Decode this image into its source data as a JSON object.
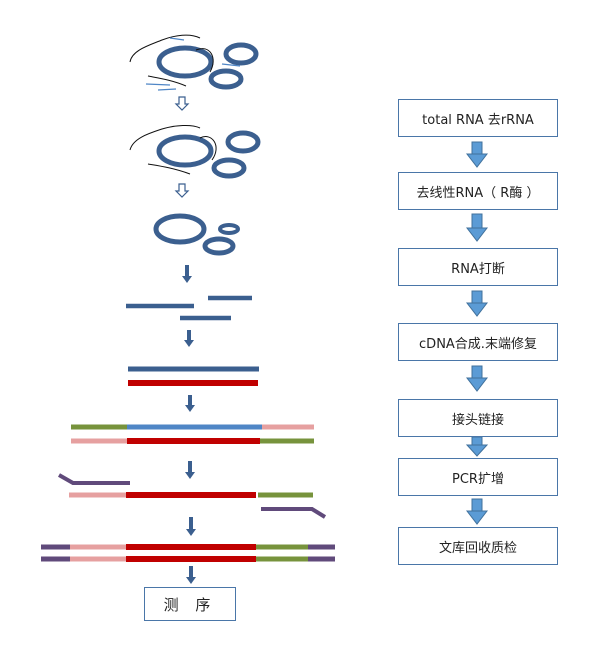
{
  "flow_steps": [
    "total RNA 去rRNA",
    "去线性RNA（ R酶 ）",
    "RNA打断",
    "cDNA合成.末端修复",
    "接头链接",
    "PCR扩增",
    "文库回收质检"
  ],
  "sequencing_label": "测 序",
  "colors": {
    "dna_blue": "#3b5f8f",
    "light_blue": "#4f86c6",
    "red": "#c00000",
    "green": "#77933c",
    "pink": "#e6a0a0",
    "purple": "#604a7b",
    "flow_arrow": "#5b9bd5",
    "box_border": "#4a76a8"
  }
}
